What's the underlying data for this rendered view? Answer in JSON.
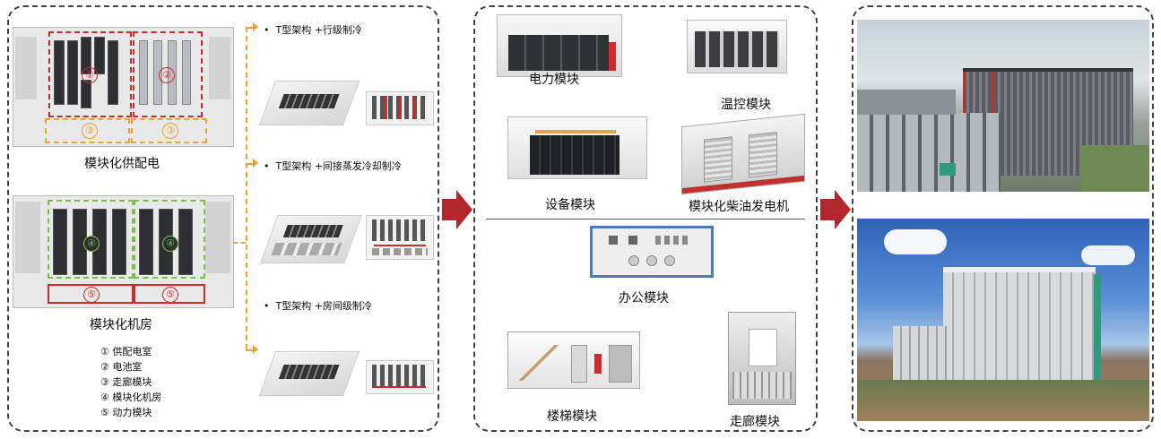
{
  "left_panel": {
    "plan1_title": "模块化供配电",
    "plan2_title": "模块化机房",
    "plan1_zone_labels": [
      "①",
      "②",
      "③",
      "③"
    ],
    "plan2_zone_labels": [
      "④",
      "④",
      "⑤",
      "⑤"
    ],
    "options": [
      {
        "label": "T型架构 +行级制冷"
      },
      {
        "label": "T型架构 +间接蒸发冷却制冷"
      },
      {
        "label": "T型架构 +房间级制冷"
      }
    ],
    "bullet": "•",
    "legend": [
      "① 供配电室",
      "② 电池室",
      "③ 走廊模块",
      "④ 模块化机房",
      "⑤ 动力模块"
    ]
  },
  "middle_panel": {
    "modules_top": [
      {
        "label": "电力模块"
      },
      {
        "label": "温控模块"
      },
      {
        "label": "设备模块"
      },
      {
        "label": "模块化柴油发电机"
      }
    ],
    "modules_bottom": [
      {
        "label": "办公模块"
      },
      {
        "label": "楼梯模块"
      },
      {
        "label": "走廊模块"
      }
    ]
  },
  "colors": {
    "zone_red": "#d12a2a",
    "zone_orange": "#f0a22a",
    "zone_green": "#7ac143",
    "flow_arrow": "#b3262b",
    "panel_border": "#444444"
  },
  "icons": [
    "right-arrow-icon"
  ]
}
